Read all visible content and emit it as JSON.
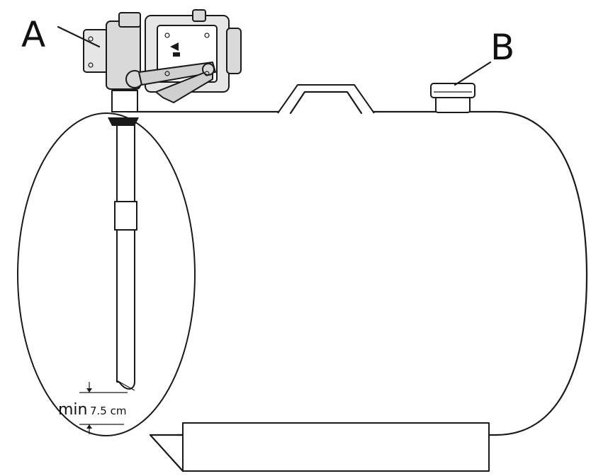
{
  "labels": {
    "pump": "A",
    "vent": "B"
  },
  "dimension": {
    "prefix": "min",
    "value": "7.5 cm"
  },
  "colors": {
    "stroke": "#1a1a1a",
    "background": "#ffffff",
    "pump_fill": "#d9d9d9"
  }
}
